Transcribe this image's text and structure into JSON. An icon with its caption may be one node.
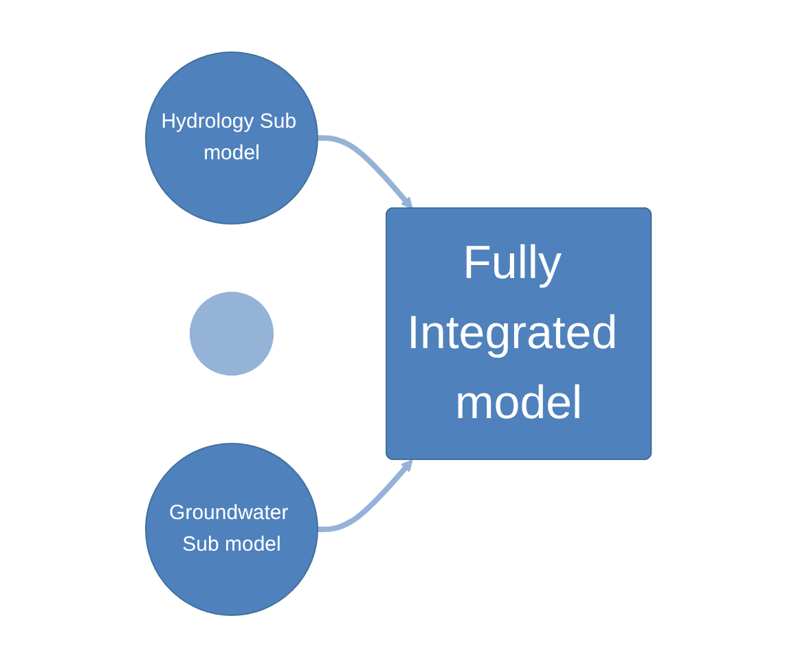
{
  "diagram": {
    "nodes": [
      {
        "text": [
          "Hydrology Sub model"
        ]
      },
      {
        "text": [],
        "shape": "cross"
      },
      {
        "text": [
          "Groundwater Sub model"
        ]
      },
      {
        "text": [
          "Fully Integrated model"
        ]
      }
    ],
    "edges": [
      {
        "from": 0,
        "to": 3,
        "arrow": "to"
      },
      {
        "from": 2,
        "to": 3,
        "arrow": "to"
      }
    ]
  }
}
